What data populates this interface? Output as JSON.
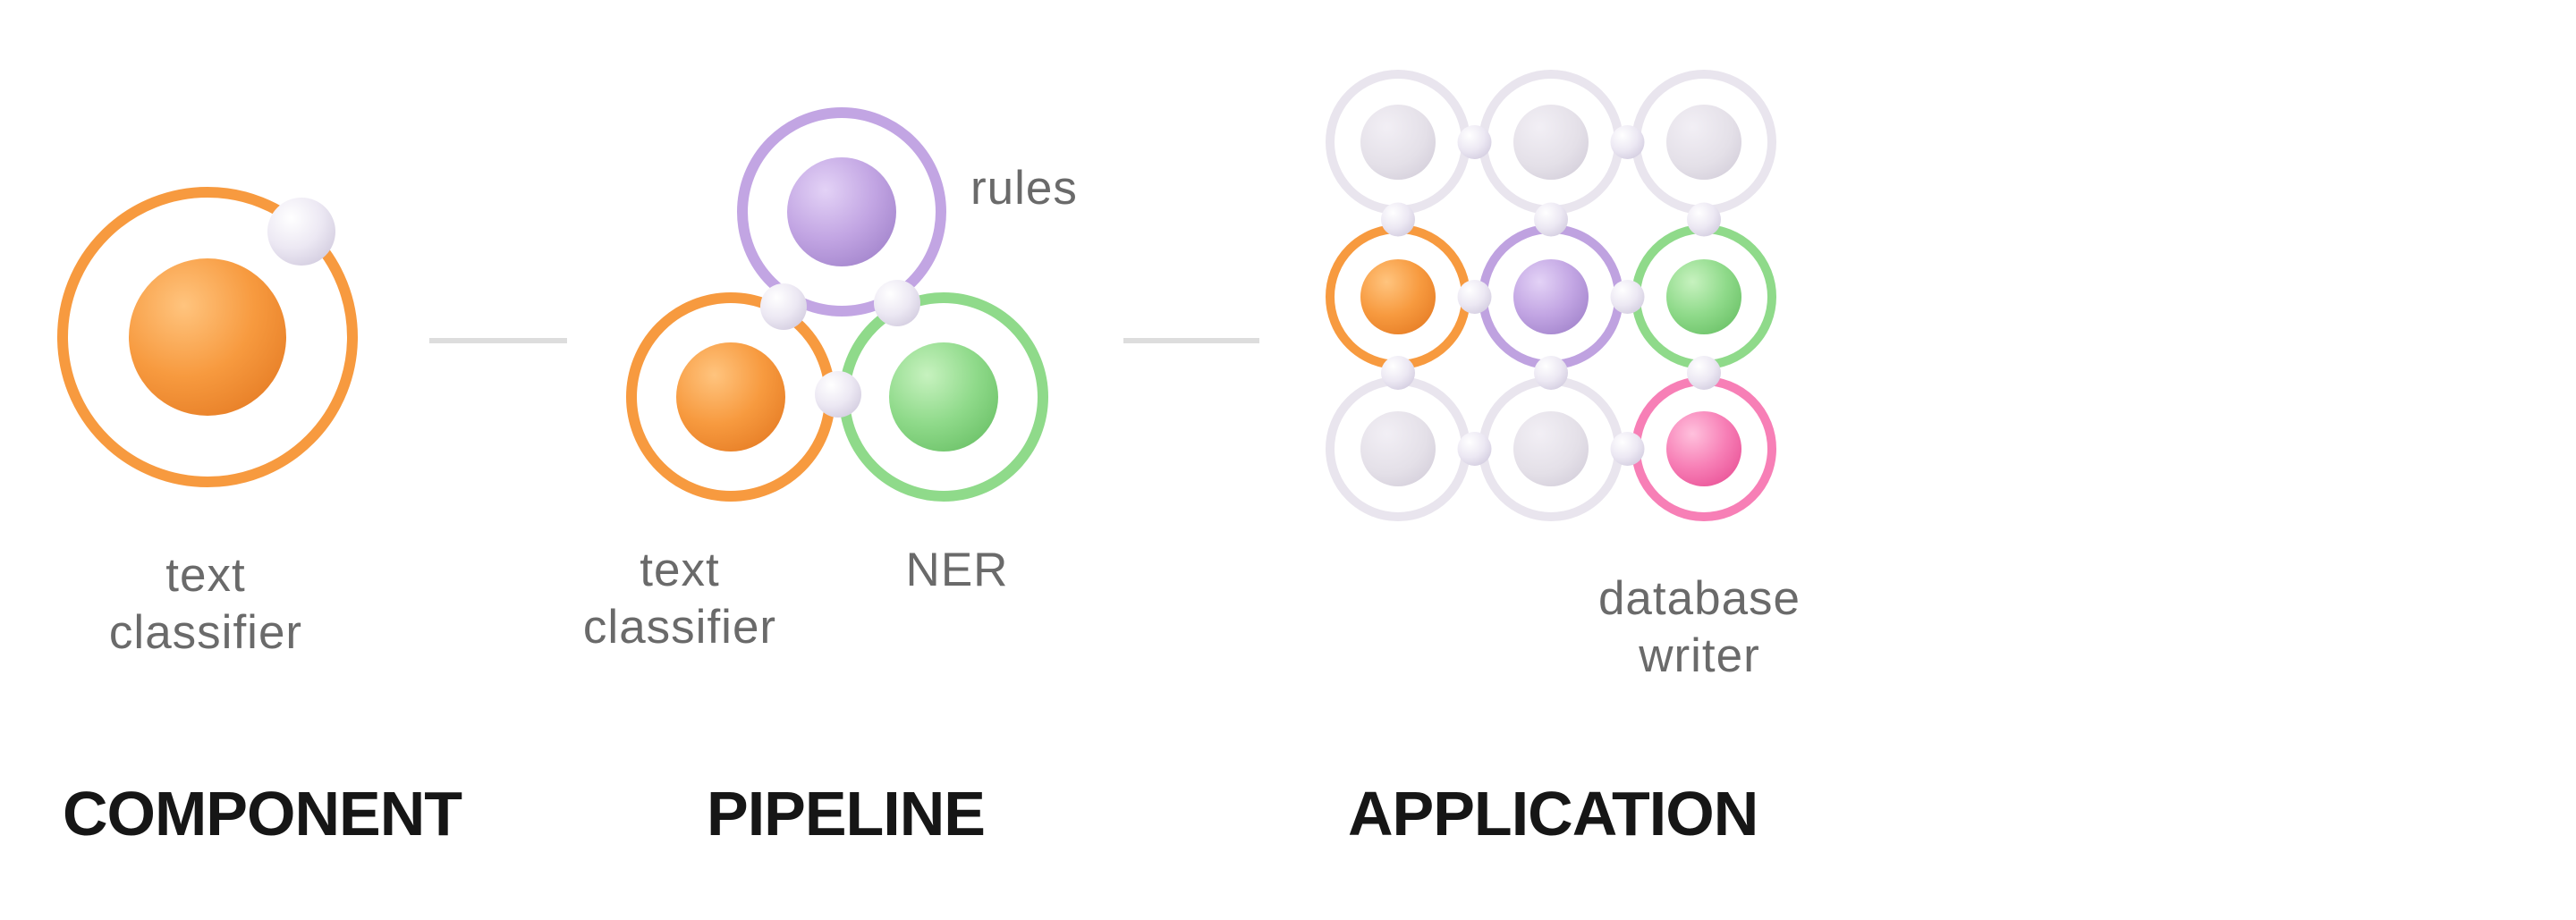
{
  "colors": {
    "orange": "#f79a3f",
    "purple": "#bfa2e0",
    "green": "#8fda8a",
    "pink": "#f77fb6",
    "inactive": "#e4e0e8",
    "connector": "#ece8f3",
    "divider": "#dddddd",
    "heading": "#161616",
    "label": "#6a6a6a"
  },
  "component": {
    "heading": "COMPONENT",
    "label_line1": "text",
    "label_line2": "classifier"
  },
  "pipeline": {
    "heading": "PIPELINE",
    "rules_label": "rules",
    "text_line1": "text",
    "text_line2": "classifier",
    "ner_label": "NER"
  },
  "application": {
    "heading": "APPLICATION",
    "db_line1": "database",
    "db_line2": "writer",
    "grid": [
      [
        "inactive",
        "inactive",
        "inactive"
      ],
      [
        "orange",
        "purple",
        "green"
      ],
      [
        "inactive",
        "inactive",
        "pink"
      ]
    ]
  }
}
